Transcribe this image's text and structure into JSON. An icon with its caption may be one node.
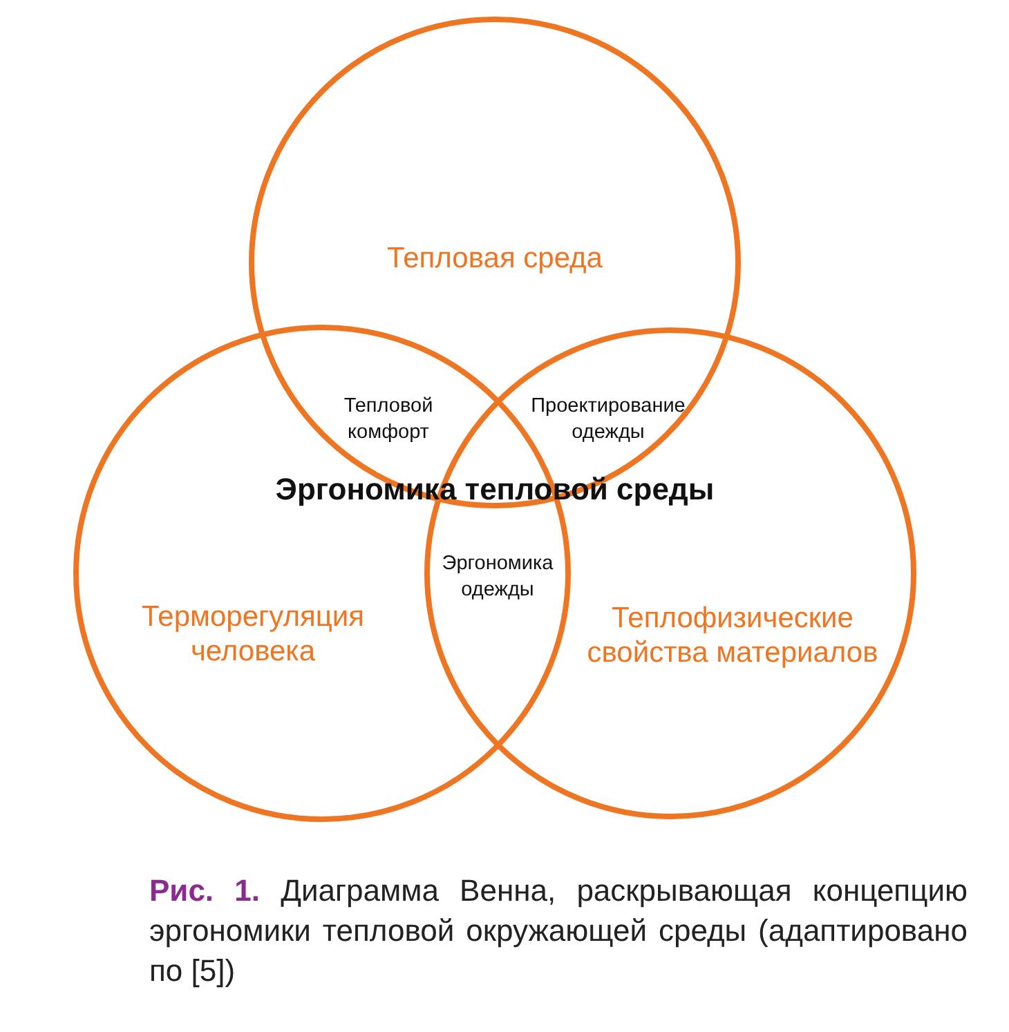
{
  "diagram": {
    "caption": "**Рис. 1.** Диаграмма Венна, раскрывающая концепцию эргономики тепловой окружающей среды (адаптировано по [5])",
    "nodes": [
      {
        "text": [
          "Тепловая среда"
        ]
      },
      {
        "text": [
          "Терморегуляция человека"
        ]
      },
      {
        "text": [
          "Теплофизические свойства материалов"
        ]
      }
    ],
    "labels": [
      "Тепловой комфорт",
      "Проектирование одежды",
      "Эргономика тепловой среды",
      "Эргономика одежды"
    ]
  }
}
